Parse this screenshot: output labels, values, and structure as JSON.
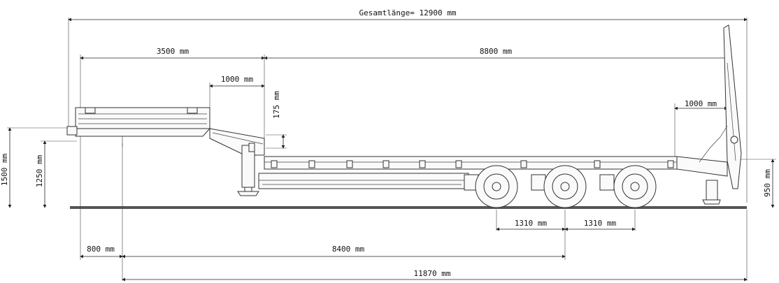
{
  "dimensions": {
    "overall_length": "Gesamtlänge= 12900 mm",
    "gooseneck_length": "3500 mm",
    "bed_length": "8800 mm",
    "gooseneck_step": "1000 mm",
    "step_height": "175 mm",
    "rear_overhang": "1000 mm",
    "front_height_1500": "1500 mm",
    "front_height_1250": "1250 mm",
    "deck_height_950": "950 mm",
    "axle_spacing_1": "1310 mm",
    "axle_spacing_2": "1310 mm",
    "front_overhang": "800 mm",
    "kingpin_to_axle": "8400 mm",
    "kingpin_to_rear": "11870 mm"
  },
  "colors": {
    "line": "#222222",
    "ground": "#555555",
    "background": "#ffffff"
  }
}
